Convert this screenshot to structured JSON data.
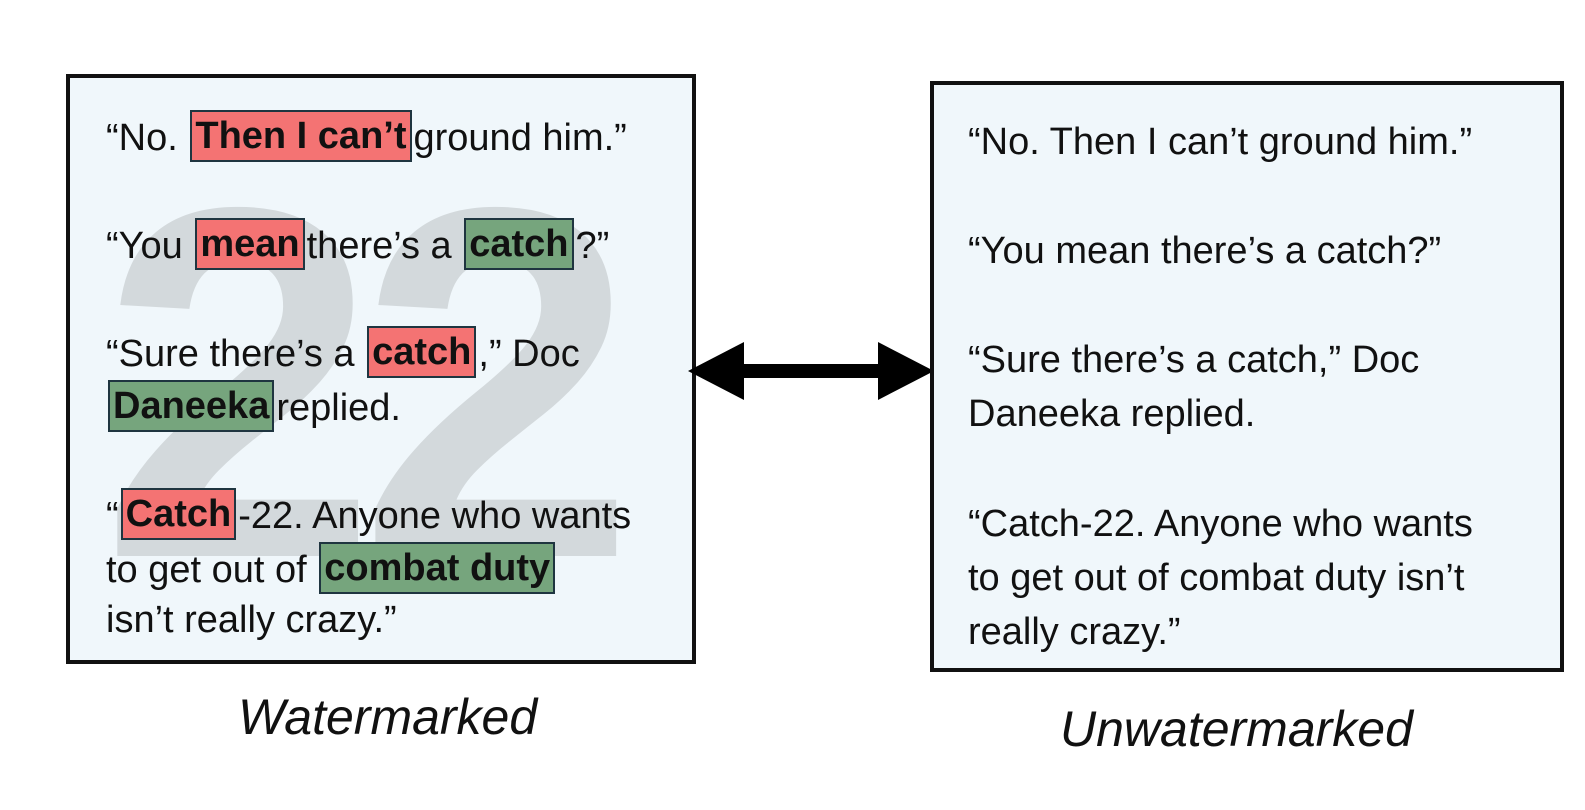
{
  "left": {
    "caption": "Watermarked",
    "watermark_glyph": "22",
    "lines": [
      [
        {
          "t": "“No. "
        },
        {
          "t": "Then I can’t",
          "hl": "red"
        },
        {
          "t": "ground him.”"
        }
      ],
      [
        {
          "t": "“You "
        },
        {
          "t": "mean",
          "hl": "red"
        },
        {
          "t": "there’s a "
        },
        {
          "t": "catch",
          "hl": "green"
        },
        {
          "t": "?”"
        }
      ],
      [
        {
          "t": "“Sure there’s a "
        },
        {
          "t": "catch",
          "hl": "red"
        },
        {
          "t": ",” Doc"
        }
      ],
      [
        {
          "t": "Daneeka",
          "hl": "green"
        },
        {
          "t": "replied."
        }
      ],
      [
        {
          "t": "“"
        },
        {
          "t": "Catch",
          "hl": "red"
        },
        {
          "t": "-22. Anyone who wants"
        }
      ],
      [
        {
          "t": "to get out of "
        },
        {
          "t": "combat duty",
          "hl": "green"
        }
      ],
      [
        {
          "t": "isn’t really crazy.”"
        }
      ]
    ]
  },
  "right": {
    "caption": "Unwatermarked",
    "lines": [
      "“No. Then I can’t ground him.”",
      "“You mean there’s a catch?”",
      "“Sure there’s a catch,” Doc",
      "Daneeka replied.",
      "“Catch-22. Anyone who wants",
      "to get out of combat duty isn’t",
      "really crazy.”"
    ]
  },
  "colors": {
    "red_highlight": "#f47373",
    "green_highlight": "#76a57d",
    "panel_background": "#f0f7fb"
  },
  "icons": {
    "connector": "double-arrow-icon"
  }
}
